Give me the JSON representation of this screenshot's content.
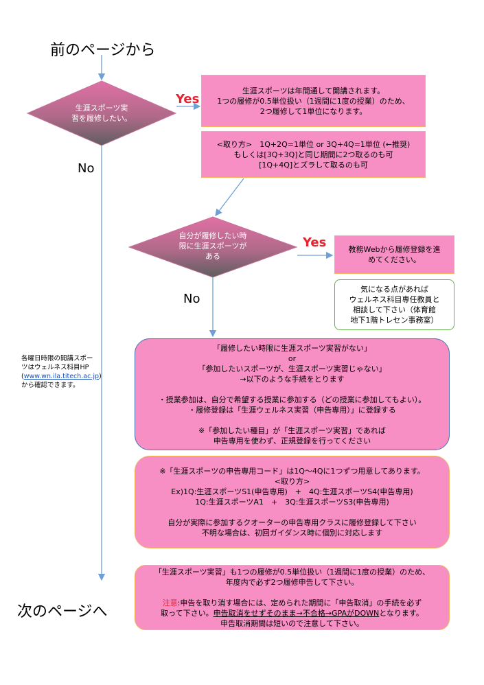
{
  "header": {
    "title": "前のページから"
  },
  "footer": {
    "title": "次のページへ"
  },
  "decision1": {
    "lines": [
      "生涯スポーツ実",
      "習を履修したい。"
    ],
    "yes": "Yes",
    "no": "No"
  },
  "decision2": {
    "lines": [
      "自分が履修したい時",
      "限に生涯スポーツが",
      "ある"
    ],
    "yes": "Yes",
    "no": "No"
  },
  "box_year_round": {
    "lines": [
      "生涯スポーツは年間通して開講されます。",
      "1つの履修が0.5単位扱い（1週間に1度の授業）のため、",
      "2つ履修して1単位になります。"
    ]
  },
  "box_how_to_take": {
    "lines": [
      "<取り方>　1Q+2Q=1単位  or  3Q+4Q=1単位  (←推奨)",
      "もしくは[3Q+3Q]と同じ期間に2つ取るのも可",
      "[1Q+4Q]とズラして取るのも可"
    ]
  },
  "box_register_web": {
    "lines": [
      "教務Webから履修登録を進",
      "めてください。"
    ]
  },
  "box_consult": {
    "lines": [
      "気になる点があれば",
      "ウェルネス科目専任教員と",
      "相談して下さい（体育館",
      "地下1階トレセン事務室）"
    ]
  },
  "side_note": {
    "line1": "各曜日時限の開講スポー",
    "line2": "ツはウェルネス科目HP",
    "link_open": "(",
    "link": "www.wn.ila.titech.ac.jp",
    "link_close": ")",
    "line4": "から確認できます。"
  },
  "box_no_slot": {
    "lines": [
      "「履修したい時限に生涯スポーツ実習がない」",
      "or",
      "「参加したいスポーツが、生涯スポーツ実習じゃない」",
      "→以下のような手続をとります",
      "",
      "・授業参加は、自分で希望する授業に参加する（どの授業に参加してもよい）。",
      "・履修登録は「生涯ウェルネス実習（申告専用）」に登録する",
      "",
      "※「参加したい種目」が「生涯スポーツ実習」であれば",
      "申告専用を使わず、正規登録を行ってください"
    ]
  },
  "box_codes": {
    "lines": [
      "※「生涯スポーツの申告専用コード」は1Q～4Qに1つずつ用意してあります。",
      "<取り方>",
      "Ex)1Q:生涯スポーツS1(申告専用)　+　4Q:生涯スポーツS4(申告専用)",
      "1Q:生涯スポーツA1　+　3Q:生涯スポーツS3(申告専用)",
      "",
      "自分が実際に参加するクオーターの申告専用クラスに履修登録して下さい",
      "不明な場合は、初回ガイダンス時に個別に対応します"
    ]
  },
  "box_final": {
    "line1": "「生涯スポーツ実習」も1つの履修が0.5単位扱い（1週間に1度の授業）のため、",
    "line2": "年度内で必ず2つ履修申告して下さい。",
    "caution_label": "注意",
    "caution_rest": ":申告を取り消す場合には、定められた期間に「申告取消」の手続を必ず",
    "line4": "取って下さい。",
    "line4_underlined": "申告取消をせずそのまま→不合格→GPAがDOWN",
    "line4_tail": "となります。",
    "line5": "申告取消期間は短いので注意して下さい。"
  },
  "colors": {
    "pink": "#f78fc4",
    "orange_border": "#f3b35b",
    "blue_border": "#4f6fb0",
    "green_border": "#63b04a",
    "arrow": "#6f9fd8",
    "yes_red": "#e8232f",
    "diamond_top": "#e070a4",
    "diamond_bottom": "#5e5e5e"
  }
}
